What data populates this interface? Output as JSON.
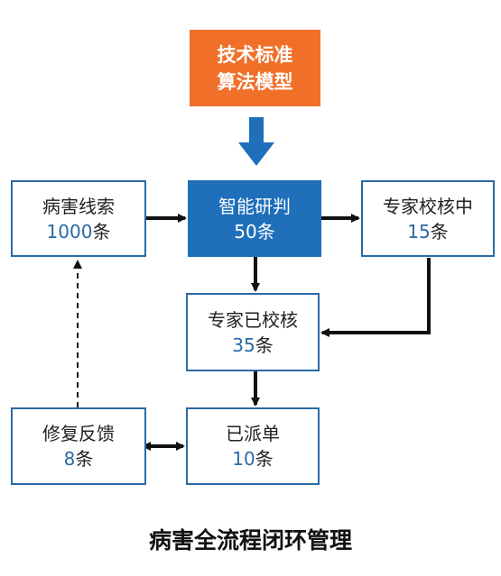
{
  "top_box": {
    "line1": "技术标准",
    "line2": "算法模型"
  },
  "nodes": {
    "disease_clues": {
      "label": "病害线索",
      "count": "1000",
      "unit": "条"
    },
    "smart_judgment": {
      "label": "智能研判",
      "count": "50",
      "unit": "条"
    },
    "expert_reviewing": {
      "label": "专家校核中",
      "count": "15",
      "unit": "条"
    },
    "expert_reviewed": {
      "label": "专家已校核",
      "count": "35",
      "unit": "条"
    },
    "dispatched": {
      "label": "已派单",
      "count": "10",
      "unit": "条"
    },
    "repair_feedback": {
      "label": "修复反馈",
      "count": "8",
      "unit": "条"
    }
  },
  "title": "病害全流程闭环管理",
  "colors": {
    "orange": "#f07029",
    "blue": "#1f6fba",
    "border": "#2a6aa6",
    "count": "#2a6aa6"
  }
}
